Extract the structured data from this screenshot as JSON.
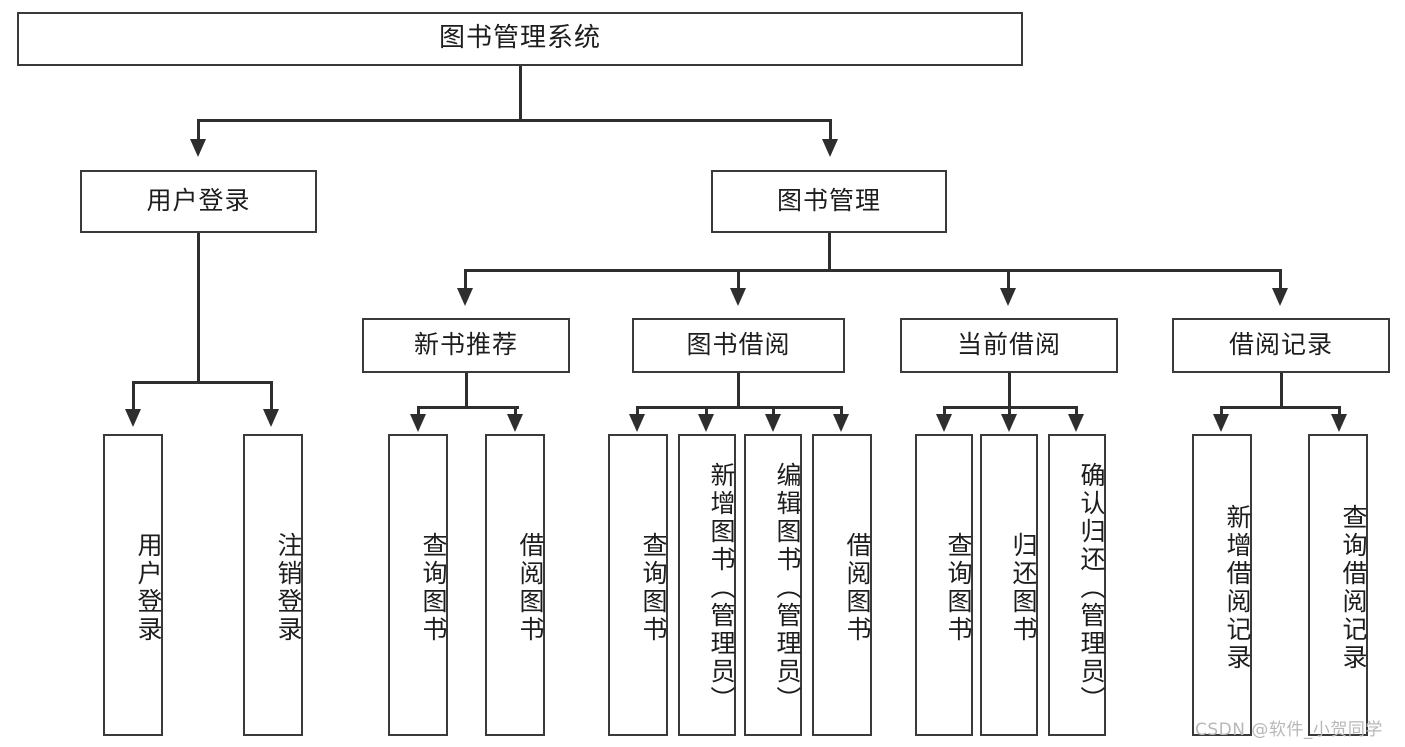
{
  "diagram": {
    "title": "图书管理系统",
    "type": "功能结构图",
    "root": {
      "label": "图书管理系统"
    },
    "level2": [
      {
        "label": "用户登录"
      },
      {
        "label": "图书管理"
      }
    ],
    "level3": [
      {
        "label": "新书推荐"
      },
      {
        "label": "图书借阅"
      },
      {
        "label": "当前借阅"
      },
      {
        "label": "借阅记录"
      }
    ],
    "leaves": {
      "user_login": [
        {
          "label": "用户登录"
        },
        {
          "label": "注销登录"
        }
      ],
      "new_book_recommend": [
        {
          "label": "查询图书"
        },
        {
          "label": "借阅图书"
        }
      ],
      "book_borrow": [
        {
          "label": "查询图书"
        },
        {
          "label": "新增图书（管理员）"
        },
        {
          "label": "编辑图书（管理员）"
        },
        {
          "label": "借阅图书"
        }
      ],
      "current_borrow": [
        {
          "label": "查询图书"
        },
        {
          "label": "归还图书"
        },
        {
          "label": "确认归还（管理员）"
        }
      ],
      "borrow_record": [
        {
          "label": "新增借阅记录"
        },
        {
          "label": "查询借阅记录"
        }
      ]
    }
  },
  "watermark": {
    "text": "CSDN @软件_小贺同学"
  },
  "colors": {
    "border": "#3a3a3a",
    "line": "#2e2e2e",
    "text": "#1d1d1d",
    "background": "#ffffff",
    "watermark": "#b8b8b8"
  }
}
